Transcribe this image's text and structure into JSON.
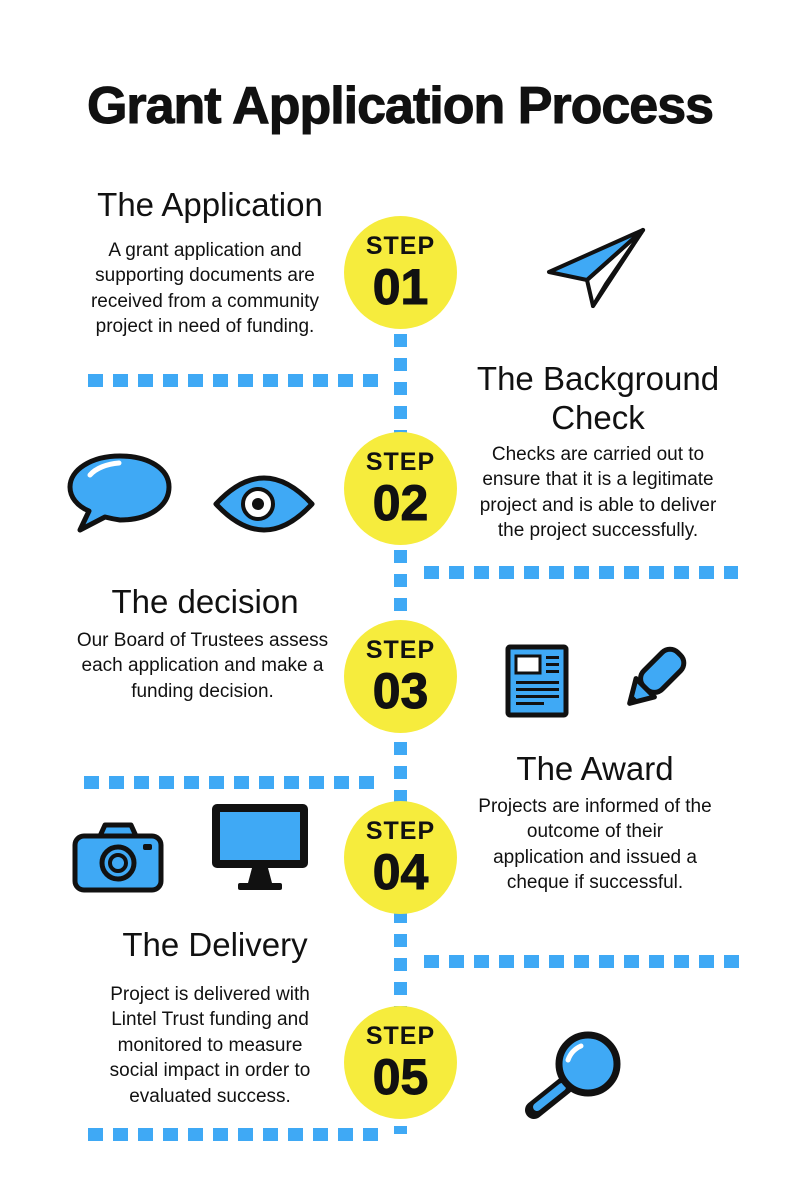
{
  "title": "Grant Application Process",
  "colors": {
    "blue": "#3FA9F5",
    "yellow": "#F6EC3D",
    "text": "#111111"
  },
  "steps": [
    {
      "label": "STEP",
      "number": "01",
      "heading": "The Application",
      "body": "A grant application and\nsupporting documents are\nreceived from a community\nproject in need of funding.",
      "icons": [
        "paper-plane"
      ]
    },
    {
      "label": "STEP",
      "number": "02",
      "heading": "The Background\nCheck",
      "body": "Checks are carried out to\nensure that it is a legitimate\nproject and is able to deliver\nthe project successfully.",
      "icons": [
        "speech-bubble",
        "eye"
      ]
    },
    {
      "label": "STEP",
      "number": "03",
      "heading": "The decision",
      "body": "Our Board of Trustees assess\neach application and make a\nfunding decision.",
      "icons": [
        "newspaper",
        "pencil"
      ]
    },
    {
      "label": "STEP",
      "number": "04",
      "heading": "The Award",
      "body": "Projects are informed of the\noutcome of their\napplication and issued a\ncheque if successful.",
      "icons": [
        "camera",
        "monitor"
      ]
    },
    {
      "label": "STEP",
      "number": "05",
      "heading": "The Delivery",
      "body": "Project is delivered with\nLintel Trust funding and\nmonitored to measure\nsocial impact in order to\nevaluated success.",
      "icons": [
        "magnifying-glass"
      ]
    }
  ]
}
